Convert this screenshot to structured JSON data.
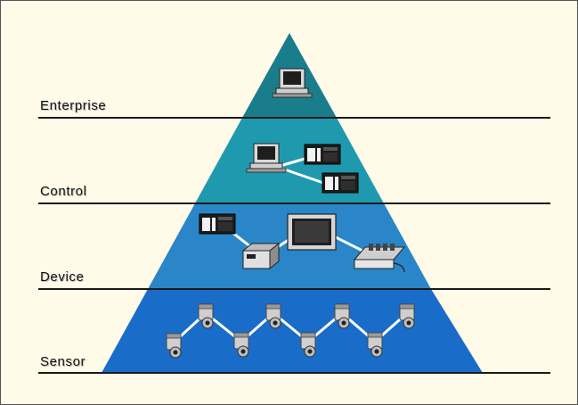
{
  "levels": [
    {
      "label": "Enterprise",
      "color": "#1a7d8c"
    },
    {
      "label": "Control",
      "color": "#1f99ad"
    },
    {
      "label": "Device",
      "color": "#2a86c8"
    },
    {
      "label": "Sensor",
      "color": "#1a6cc9"
    }
  ],
  "colors": {
    "background": "#fffbe8",
    "divider": "#1a1a1a",
    "link": "#ffffff"
  },
  "icons": {
    "enterprise": [
      "computer-icon"
    ],
    "control": [
      "computer-icon",
      "plc-icon",
      "plc-icon"
    ],
    "device": [
      "plc-icon",
      "drive-icon",
      "monitor-icon",
      "valve-manifold-icon"
    ],
    "sensor": [
      "sensor-device-icon"
    ]
  }
}
